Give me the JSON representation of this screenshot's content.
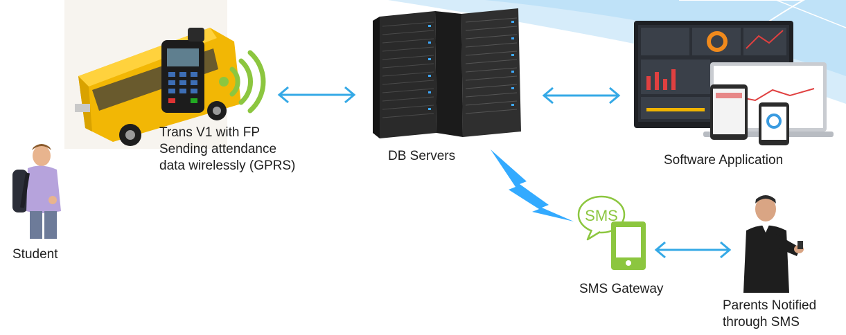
{
  "nodes": {
    "student": {
      "label": "Student",
      "icon": "student-figure"
    },
    "bus": {
      "label_lines": [
        "Trans V1 with FP",
        "Sending attendance",
        "data wirelessly (GPRS)"
      ],
      "icon": "school-bus-with-fingerprint-terminal"
    },
    "db": {
      "label": "DB Servers",
      "icon": "server-rack"
    },
    "software": {
      "label": "Software Application",
      "icon": "dashboard-devices"
    },
    "sms_gateway": {
      "label": "SMS Gateway",
      "icon": "sms-phone",
      "bubble_text": "SMS"
    },
    "parents": {
      "label_lines": [
        "Parents Notified",
        "through SMS"
      ],
      "icon": "parent-with-phone"
    }
  },
  "colors": {
    "arrow": "#35a9e6",
    "wireless": "#33aaff",
    "sms_green": "#8cc63f",
    "bus_yellow": "#f2b705",
    "server_dark": "#262626",
    "background_wave": "#d6ecfa"
  }
}
